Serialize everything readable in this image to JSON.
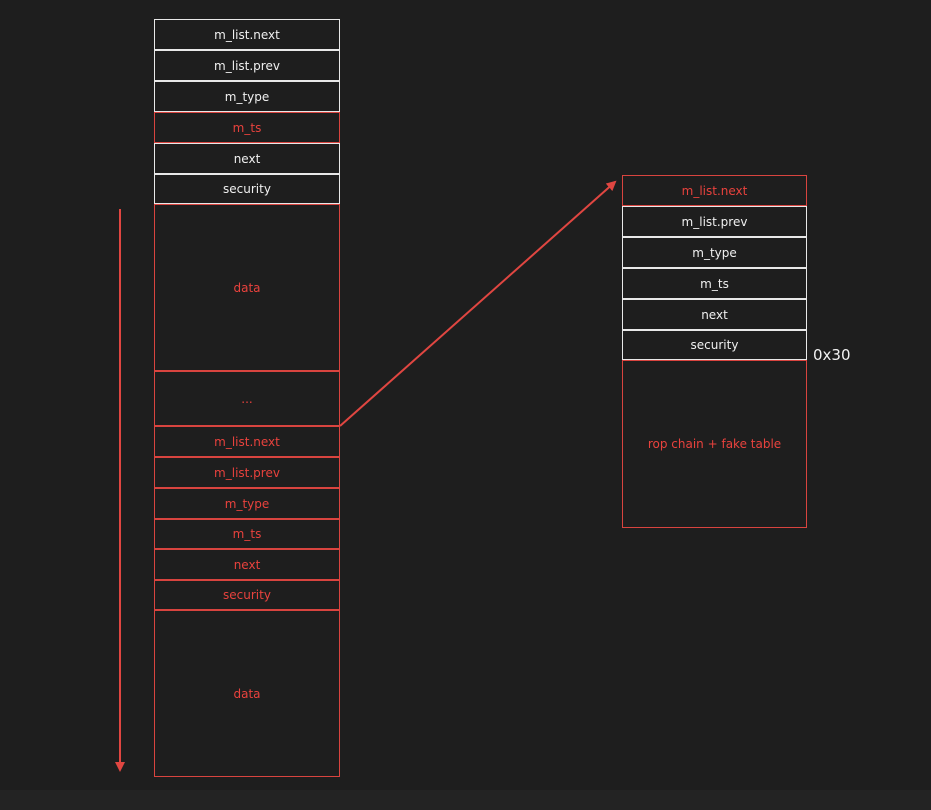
{
  "left_block": {
    "cells": [
      {
        "label": "m_list.next",
        "style": "white"
      },
      {
        "label": "m_list.prev",
        "style": "white"
      },
      {
        "label": "m_type",
        "style": "white"
      },
      {
        "label": "m_ts",
        "style": "red"
      },
      {
        "label": "next",
        "style": "white"
      },
      {
        "label": "security",
        "style": "white"
      },
      {
        "label": "data",
        "style": "red"
      },
      {
        "label": "...",
        "style": "red"
      },
      {
        "label": "m_list.next",
        "style": "red"
      },
      {
        "label": "m_list.prev",
        "style": "red"
      },
      {
        "label": "m_type",
        "style": "red"
      },
      {
        "label": "m_ts",
        "style": "red"
      },
      {
        "label": "next",
        "style": "red"
      },
      {
        "label": "security",
        "style": "red"
      },
      {
        "label": "data",
        "style": "red"
      }
    ]
  },
  "right_block": {
    "cells": [
      {
        "label": "m_list.next",
        "style": "red"
      },
      {
        "label": "m_list.prev",
        "style": "white"
      },
      {
        "label": "m_type",
        "style": "white"
      },
      {
        "label": "m_ts",
        "style": "white"
      },
      {
        "label": "next",
        "style": "white"
      },
      {
        "label": "security",
        "style": "white"
      },
      {
        "label": "rop chain + fake table",
        "style": "red"
      }
    ],
    "offset_label": "0x30"
  },
  "colors": {
    "background": "#1e1e1e",
    "white_stroke": "#e8e8e8",
    "red_stroke": "#d9443f",
    "red_text": "#e8423d"
  }
}
